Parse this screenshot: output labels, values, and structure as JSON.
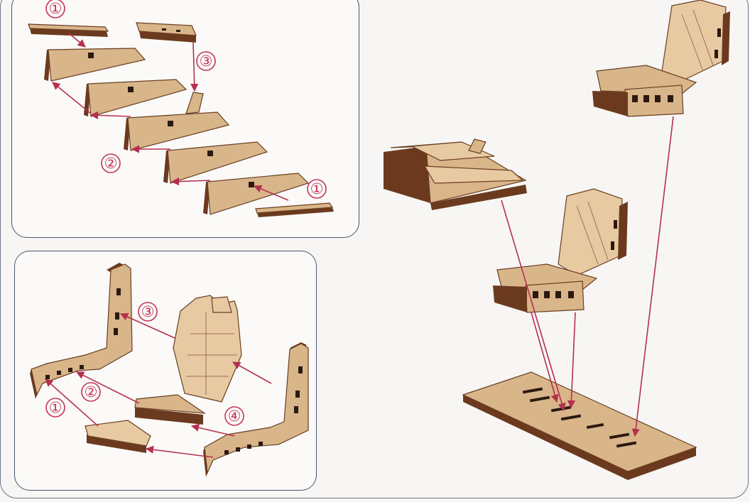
{
  "step_labels": {
    "a1_top": "①",
    "a3": "③",
    "a2": "②",
    "a1_bottom": "①",
    "b3": "③",
    "b2": "②",
    "b4": "④",
    "b1": "①"
  },
  "colors": {
    "wood_face": "#d9b58a",
    "wood_light": "#e7c9a2",
    "wood_edge": "#6b3a1e",
    "arrow": "#b5304f",
    "panel_border": "#4a5470"
  }
}
